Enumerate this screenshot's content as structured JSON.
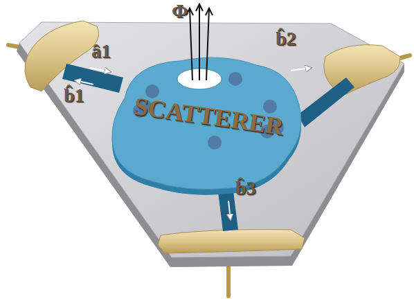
{
  "diagram": {
    "nodes": [
      {
        "text": [
          "SCATTERER"
        ]
      }
    ],
    "labels": [
      "Φ",
      "â1",
      "b̂1",
      "b̂2",
      "b̂3"
    ]
  }
}
